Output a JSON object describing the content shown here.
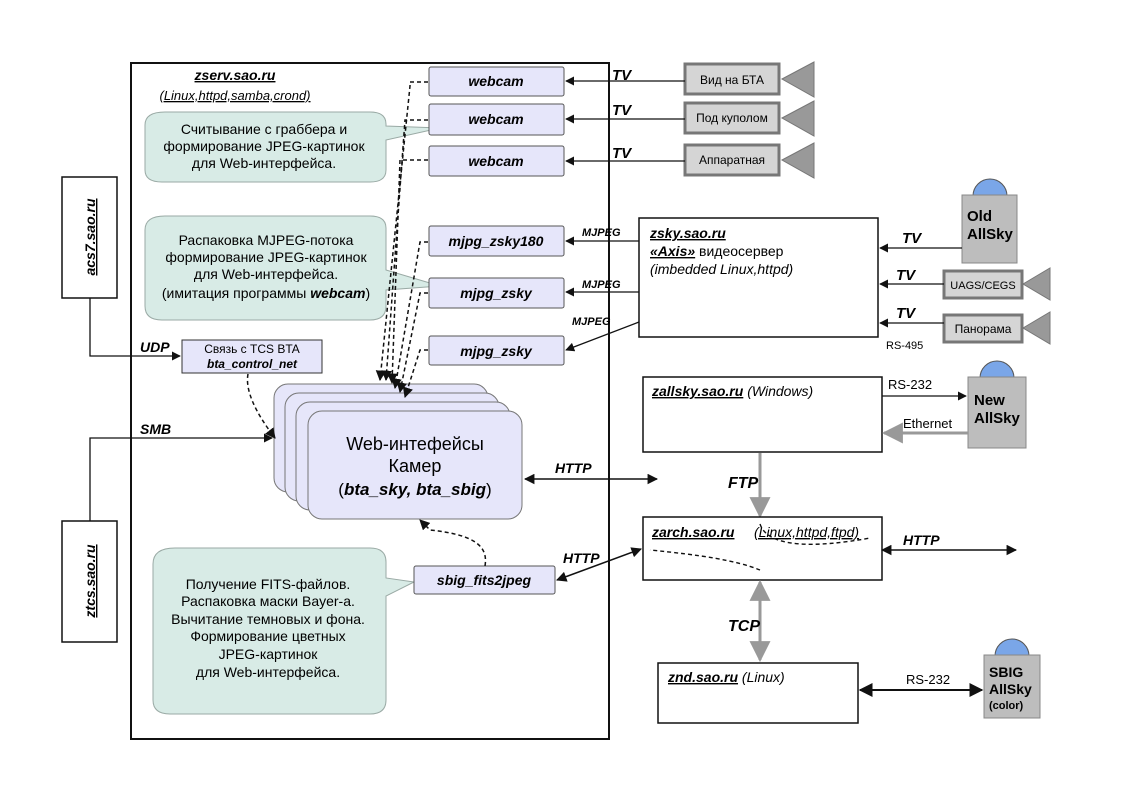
{
  "zserv": {
    "title": "zserv.sao.ru",
    "subtitle": "(Linux,httpd,samba,crond)"
  },
  "modules": {
    "webcam1": "webcam",
    "webcam2": "webcam",
    "webcam3": "webcam",
    "mjpg180": "mjpg_zsky180",
    "mjpg1": "mjpg_zsky",
    "mjpg2": "mjpg_zsky",
    "sbig": "sbig_fits2jpeg"
  },
  "cameras": {
    "cam1": "Вид на БТА",
    "cam2": "Под куполом",
    "cam3": "Аппаратная",
    "uags": "UAGS/CEGS",
    "panorama": "Панорама"
  },
  "tv": "TV",
  "mjpeg": "MJPEG",
  "bubbles": {
    "b1": [
      "Считывание с граббера и",
      "формирование JPEG-картинок",
      "для Web-интерфейса."
    ],
    "b2": [
      "Распаковка MJPEG-потока",
      "формирование JPEG-картинок",
      "для Web-интерфейса."
    ],
    "b2_last_prefix": "(имитация программы ",
    "b2_last_bold": "webcam",
    "b2_last_suffix": ")",
    "b3": [
      "Получение FITS-файлов.",
      "Распаковка маски Bayer-а.",
      "Вычитание темновых и фона.",
      "Формирование цветных",
      "JPEG-картинок",
      "для Web-интерфейса."
    ]
  },
  "bta_control": {
    "line1": "Связь с TCS BTA",
    "line2": "bta_control_net"
  },
  "web_iface": {
    "line1": "Web-интефейсы",
    "line2": "Камер",
    "line3_open": "(",
    "line3_bold": "bta_sky, bta_sbig",
    "line3_close": ")"
  },
  "hosts": {
    "acs7": "acs7.sao.ru",
    "ztcs": "ztcs.sao.ru",
    "zsky_name": "zsky.sao.ru",
    "zsky_axis": "«Axis»",
    "zsky_video": " видеосервер",
    "zsky_os": "(imbedded Linux,httpd)",
    "zallsky_name": "zallsky.sao.ru",
    "zallsky_os": " (Windows)",
    "zarch_name": "zarch.sao.ru",
    "zarch_os": "(Linux,httpd,ftpd)",
    "znd_name": "znd.sao.ru",
    "znd_os": " (Linux)"
  },
  "devices": {
    "old_allsky": [
      "Old",
      "AllSky"
    ],
    "new_allsky": [
      "New",
      "AllSky"
    ],
    "sbig_allsky": [
      "SBIG",
      "AllSky"
    ],
    "sbig_color": "(color)"
  },
  "protocols": {
    "udp": "UDP",
    "smb": "SMB",
    "http1": "HTTP",
    "http2": "HTTP",
    "http3": "HTTP",
    "ftp": "FTP",
    "tcp": "TCP",
    "rs495": "RS-495",
    "rs232a": "RS-232",
    "rs232b": "RS-232",
    "ethernet": "Ethernet"
  }
}
